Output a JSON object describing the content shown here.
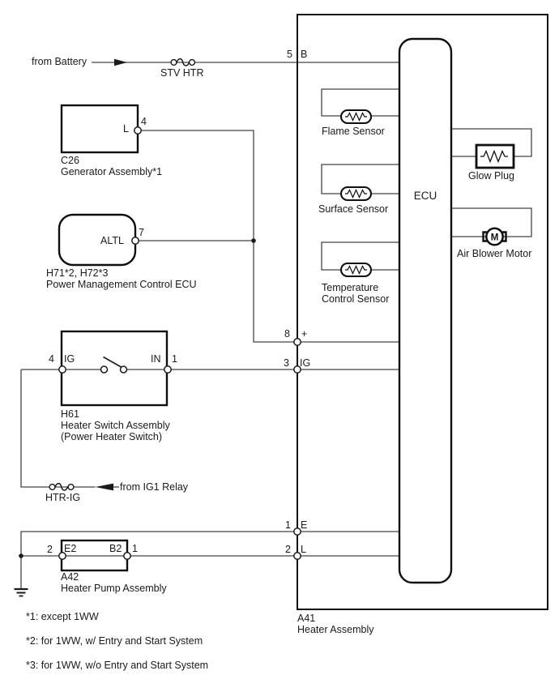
{
  "colors": {
    "wire": "#454545",
    "component": "#111111",
    "text": "#1a1a1a",
    "background": "#ffffff"
  },
  "battery_circuit": {
    "source_label": "from Battery",
    "fuse_label": "STV HTR"
  },
  "generator": {
    "pin_name": "L",
    "pin_number": "4",
    "code": "C26",
    "name": "Generator Assembly*1"
  },
  "power_management_ecu": {
    "pin_name": "ALTL",
    "pin_number": "7",
    "codes": "H71*2, H72*3",
    "name": "Power Management Control ECU"
  },
  "heater_switch": {
    "pin_left_number": "4",
    "pin_left_name": "IG",
    "pin_right_name": "IN",
    "pin_right_number": "1",
    "code": "H61",
    "name_line1": "Heater Switch Assembly",
    "name_line2": "(Power Heater Switch)"
  },
  "ig_circuit": {
    "fuse_label": "HTR-IG",
    "source_label": "from IG1 Relay"
  },
  "heater_pump": {
    "pin_left_number": "2",
    "pin_left_name": "E2",
    "pin_right_name": "B2",
    "pin_right_number": "1",
    "code": "A42",
    "name": "Heater Pump Assembly"
  },
  "heater_assembly": {
    "code": "A41",
    "name": "Heater Assembly",
    "ecu_label": "ECU",
    "pin_b": {
      "number": "5",
      "name": "B"
    },
    "pin_plus": {
      "number": "8",
      "name": "+"
    },
    "pin_ig": {
      "number": "3",
      "name": "IG"
    },
    "pin_e": {
      "number": "1",
      "name": "E"
    },
    "pin_l": {
      "number": "2",
      "name": "L"
    },
    "flame_sensor": "Flame Sensor",
    "surface_sensor": "Surface Sensor",
    "temp_sensor_line1": "Temperature",
    "temp_sensor_line2": "Control Sensor",
    "glow_plug": "Glow Plug",
    "air_blower_motor": "Air Blower Motor",
    "motor_symbol": "M"
  },
  "notes": [
    "*1: except 1WW",
    "*2: for 1WW, w/ Entry and Start System",
    "*3: for 1WW, w/o Entry and Start System"
  ]
}
